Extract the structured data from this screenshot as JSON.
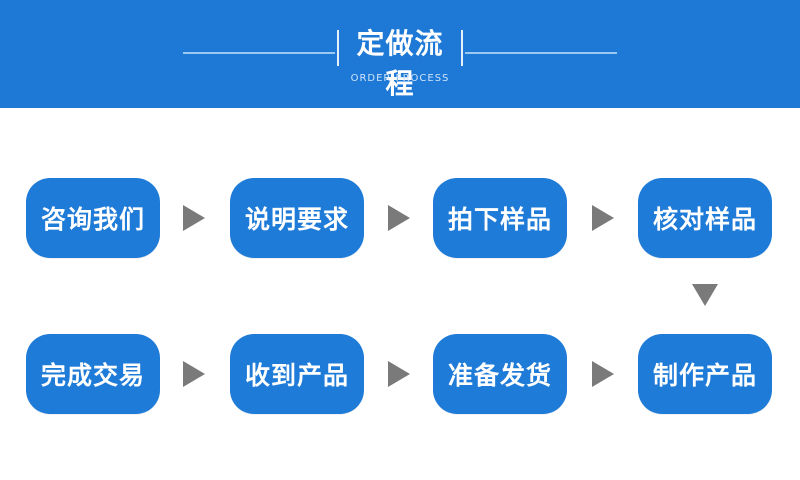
{
  "header": {
    "title": "定做流程",
    "subtitle": "ORDER PROCESS",
    "background_color": "#1e78d6"
  },
  "steps": [
    {
      "label": "咨询我们"
    },
    {
      "label": "说明要求"
    },
    {
      "label": "拍下样品"
    },
    {
      "label": "核对样品"
    },
    {
      "label": "制作产品"
    },
    {
      "label": "准备发货"
    },
    {
      "label": "收到产品"
    },
    {
      "label": "完成交易"
    }
  ],
  "colors": {
    "step_fill": "#1f7bd8",
    "arrow": "#7a7a7a"
  }
}
